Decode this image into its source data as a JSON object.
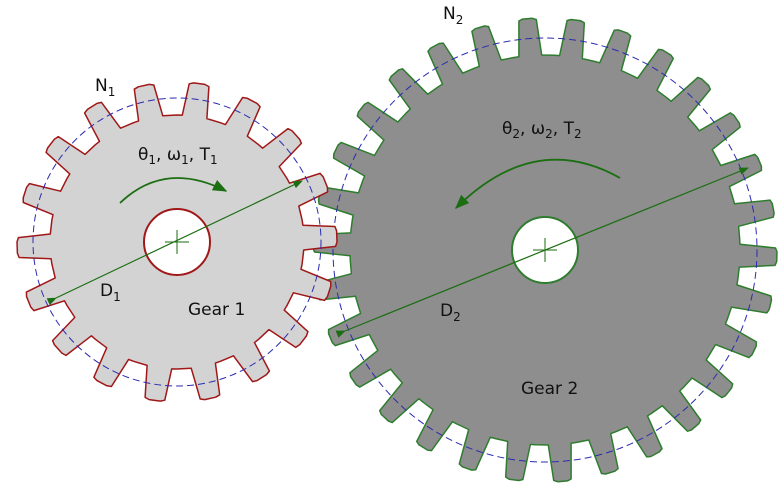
{
  "gear1": {
    "teeth_label_base": "N",
    "teeth_label_sub": "1",
    "diameter_label_base": "D",
    "diameter_label_sub": "1",
    "name": "Gear 1",
    "motion": {
      "theta": "θ",
      "theta_sub": "1",
      "omega": "ω",
      "omega_sub": "1",
      "torque": "T",
      "torque_sub": "1",
      "sep": ", "
    },
    "teeth": 18,
    "fill": "#d3d3d3",
    "outline": "#a01818"
  },
  "gear2": {
    "teeth_label_base": "N",
    "teeth_label_sub": "2",
    "diameter_label_base": "D",
    "diameter_label_sub": "2",
    "name": "Gear 2",
    "motion": {
      "theta": "θ",
      "theta_sub": "2",
      "omega": "ω",
      "omega_sub": "2",
      "torque": "T",
      "torque_sub": "2",
      "sep": ", "
    },
    "teeth": 30,
    "fill": "#8e8e8e",
    "outline": "#2e7d2e"
  },
  "colors": {
    "arrow": "#1b6e12",
    "pitch_circle": "#2b2bb0",
    "bore_outline_1": "#a01818",
    "bore_outline_2": "#2e7d2e"
  }
}
